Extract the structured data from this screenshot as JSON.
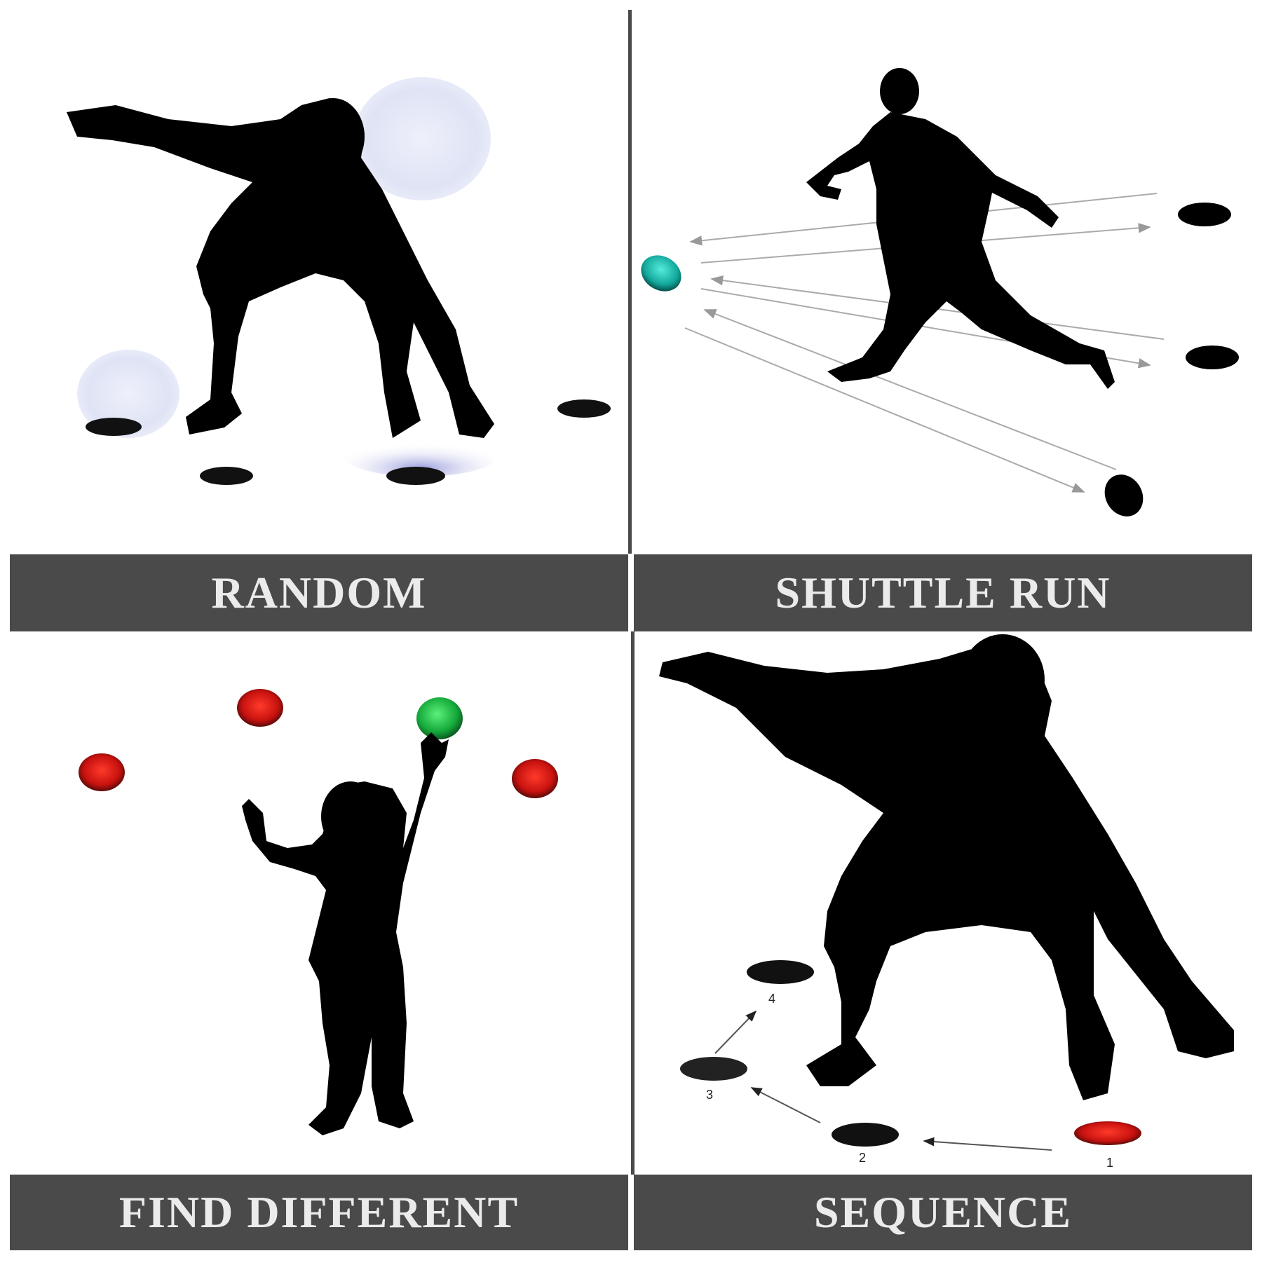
{
  "panels": [
    {
      "id": "random",
      "label": "RANDOM"
    },
    {
      "id": "shuttle-run",
      "label": "SHUTTLE RUN"
    },
    {
      "id": "find-different",
      "label": "FIND DIFFERENT"
    },
    {
      "id": "sequence",
      "label": "SEQUENCE"
    }
  ],
  "sequence_numbers": [
    "1",
    "2",
    "3",
    "4"
  ],
  "colors": {
    "banner": "#4a4a4a",
    "banner_text": "#ebebeb",
    "silhouette": "#000000",
    "pad_red": "#d4161a",
    "pad_green": "#1fb84a",
    "pad_teal": "#1fb3a8",
    "glow": "#dfe3f5"
  }
}
